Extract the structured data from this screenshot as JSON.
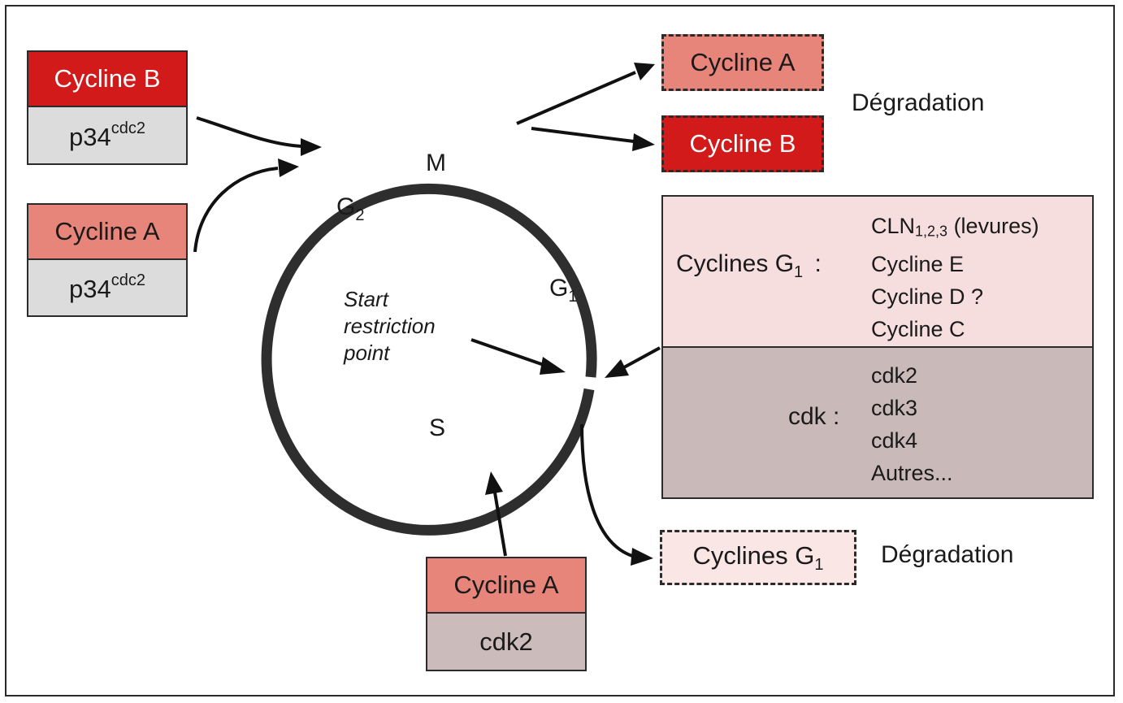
{
  "colors": {
    "cyclin_b": "#d21a1a",
    "cyclin_a": "#e8857a",
    "p34": "#dcdcdc",
    "cdk": "#cbbbbb",
    "cyclin_g1_list_bg": "#f7dede",
    "cdk_list_bg": "#c9b9b9",
    "degraded_g1": "#fbe6e6",
    "ring": "#2e2e2e"
  },
  "complexes": {
    "g2_b": {
      "cyclin": "Cycline B",
      "kinase": "p34",
      "kinase_sup": "cdc2"
    },
    "g2_a": {
      "cyclin": "Cycline A",
      "kinase": "p34",
      "kinase_sup": "cdc2"
    },
    "s_a": {
      "cyclin": "Cycline A",
      "kinase": "cdk2"
    }
  },
  "phases": {
    "m": "M",
    "g2": "G",
    "g2_sub": "2",
    "g1": "G",
    "g1_sub": "1",
    "s": "S"
  },
  "restriction": {
    "line1": "Start",
    "line2": "restriction",
    "line3": "point"
  },
  "degradation_mb": {
    "cyclin_a": "Cycline A",
    "cyclin_b": "Cycline B",
    "label": "Dégradation"
  },
  "g1_panel": {
    "cyclins_label": "Cyclines G",
    "cyclins_label_sub": "1",
    "colon": ":",
    "cyclins": [
      {
        "main": "CLN",
        "sub": "1,2,3",
        "rest": " (levures)"
      },
      {
        "main": "Cycline E"
      },
      {
        "main": "Cycline D ?"
      },
      {
        "main": "Cycline C"
      }
    ],
    "cdk_label": "cdk :",
    "cdks": [
      "cdk2",
      "cdk3",
      "cdk4",
      "Autres..."
    ]
  },
  "degradation_g1": {
    "cyclins": "Cyclines G",
    "cyclins_sub": "1",
    "label": "Dégradation"
  }
}
